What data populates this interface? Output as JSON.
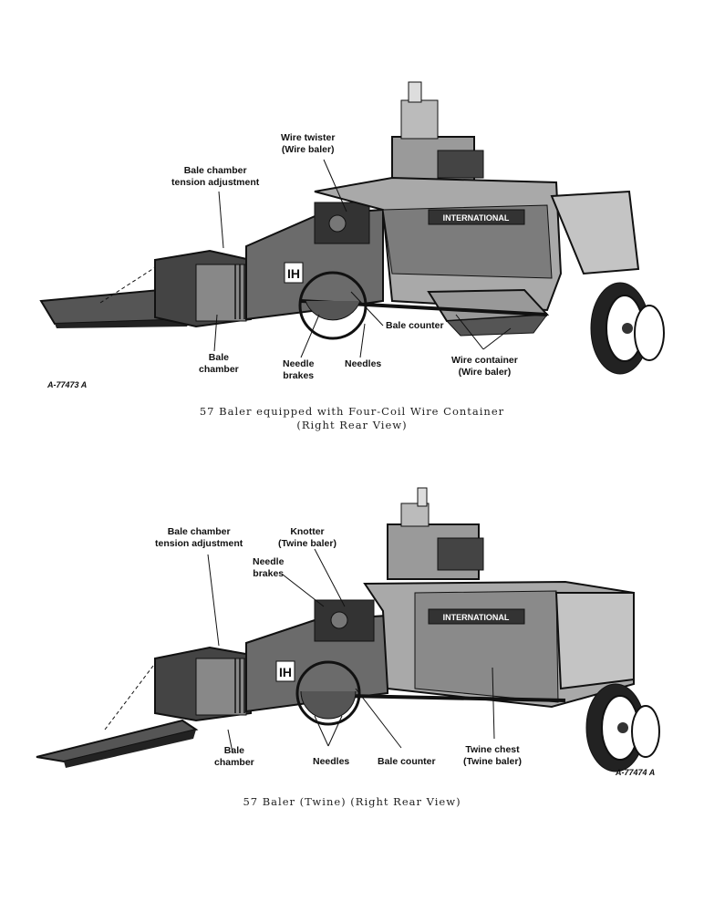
{
  "figure1": {
    "labels": {
      "wire_twister": [
        "Wire twister",
        "(Wire baler)"
      ],
      "tension": [
        "Bale chamber",
        "tension adjustment"
      ],
      "bale_counter": [
        "Bale counter"
      ],
      "bale_chamber": [
        "Bale",
        "chamber"
      ],
      "needle_brakes": [
        "Needle",
        "brakes"
      ],
      "needles": [
        "Needles"
      ],
      "wire_container": [
        "Wire container",
        "(Wire baler)"
      ]
    },
    "code": "A-77473 A",
    "brand": "INTERNATIONAL",
    "caption": [
      "57 Baler equipped with Four-Coil Wire Container",
      "(Right Rear View)"
    ]
  },
  "figure2": {
    "labels": {
      "tension": [
        "Bale chamber",
        "tension adjustment"
      ],
      "knotter": [
        "Knotter",
        "(Twine baler)"
      ],
      "needle_brakes": [
        "Needle",
        "brakes"
      ],
      "bale_chamber": [
        "Bale",
        "chamber"
      ],
      "needles": [
        "Needles"
      ],
      "bale_counter": [
        "Bale counter"
      ],
      "twine_chest": [
        "Twine chest",
        "(Twine baler)"
      ]
    },
    "code": "A-77474 A",
    "brand": "INTERNATIONAL",
    "caption": [
      "57 Baler (Twine) (Right Rear View)"
    ]
  }
}
